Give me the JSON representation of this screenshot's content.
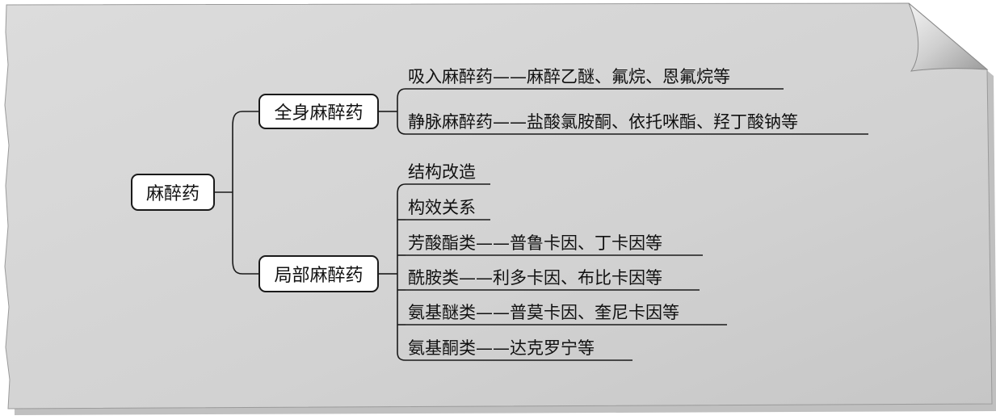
{
  "root": {
    "label": "麻醉药"
  },
  "branches": [
    {
      "label": "全身麻醉药",
      "children": [
        "吸入麻醉药——麻醉乙醚、氟烷、恩氟烷等",
        "静脉麻醉药——盐酸氯胺酮、依托咪酯、羟丁酸钠等"
      ]
    },
    {
      "label": "局部麻醉药",
      "children": [
        "结构改造",
        "构效关系",
        "芳酸酯类——普鲁卡因、丁卡因等",
        "酰胺类——利多卡因、布比卡因等",
        "氨基醚类——普莫卡因、奎尼卡因等",
        "氨基酮类——达克罗宁等"
      ]
    }
  ],
  "colors": {
    "paper": "#d6d6d6",
    "ink": "#1a1a1a",
    "box_fill": "#ffffff"
  }
}
